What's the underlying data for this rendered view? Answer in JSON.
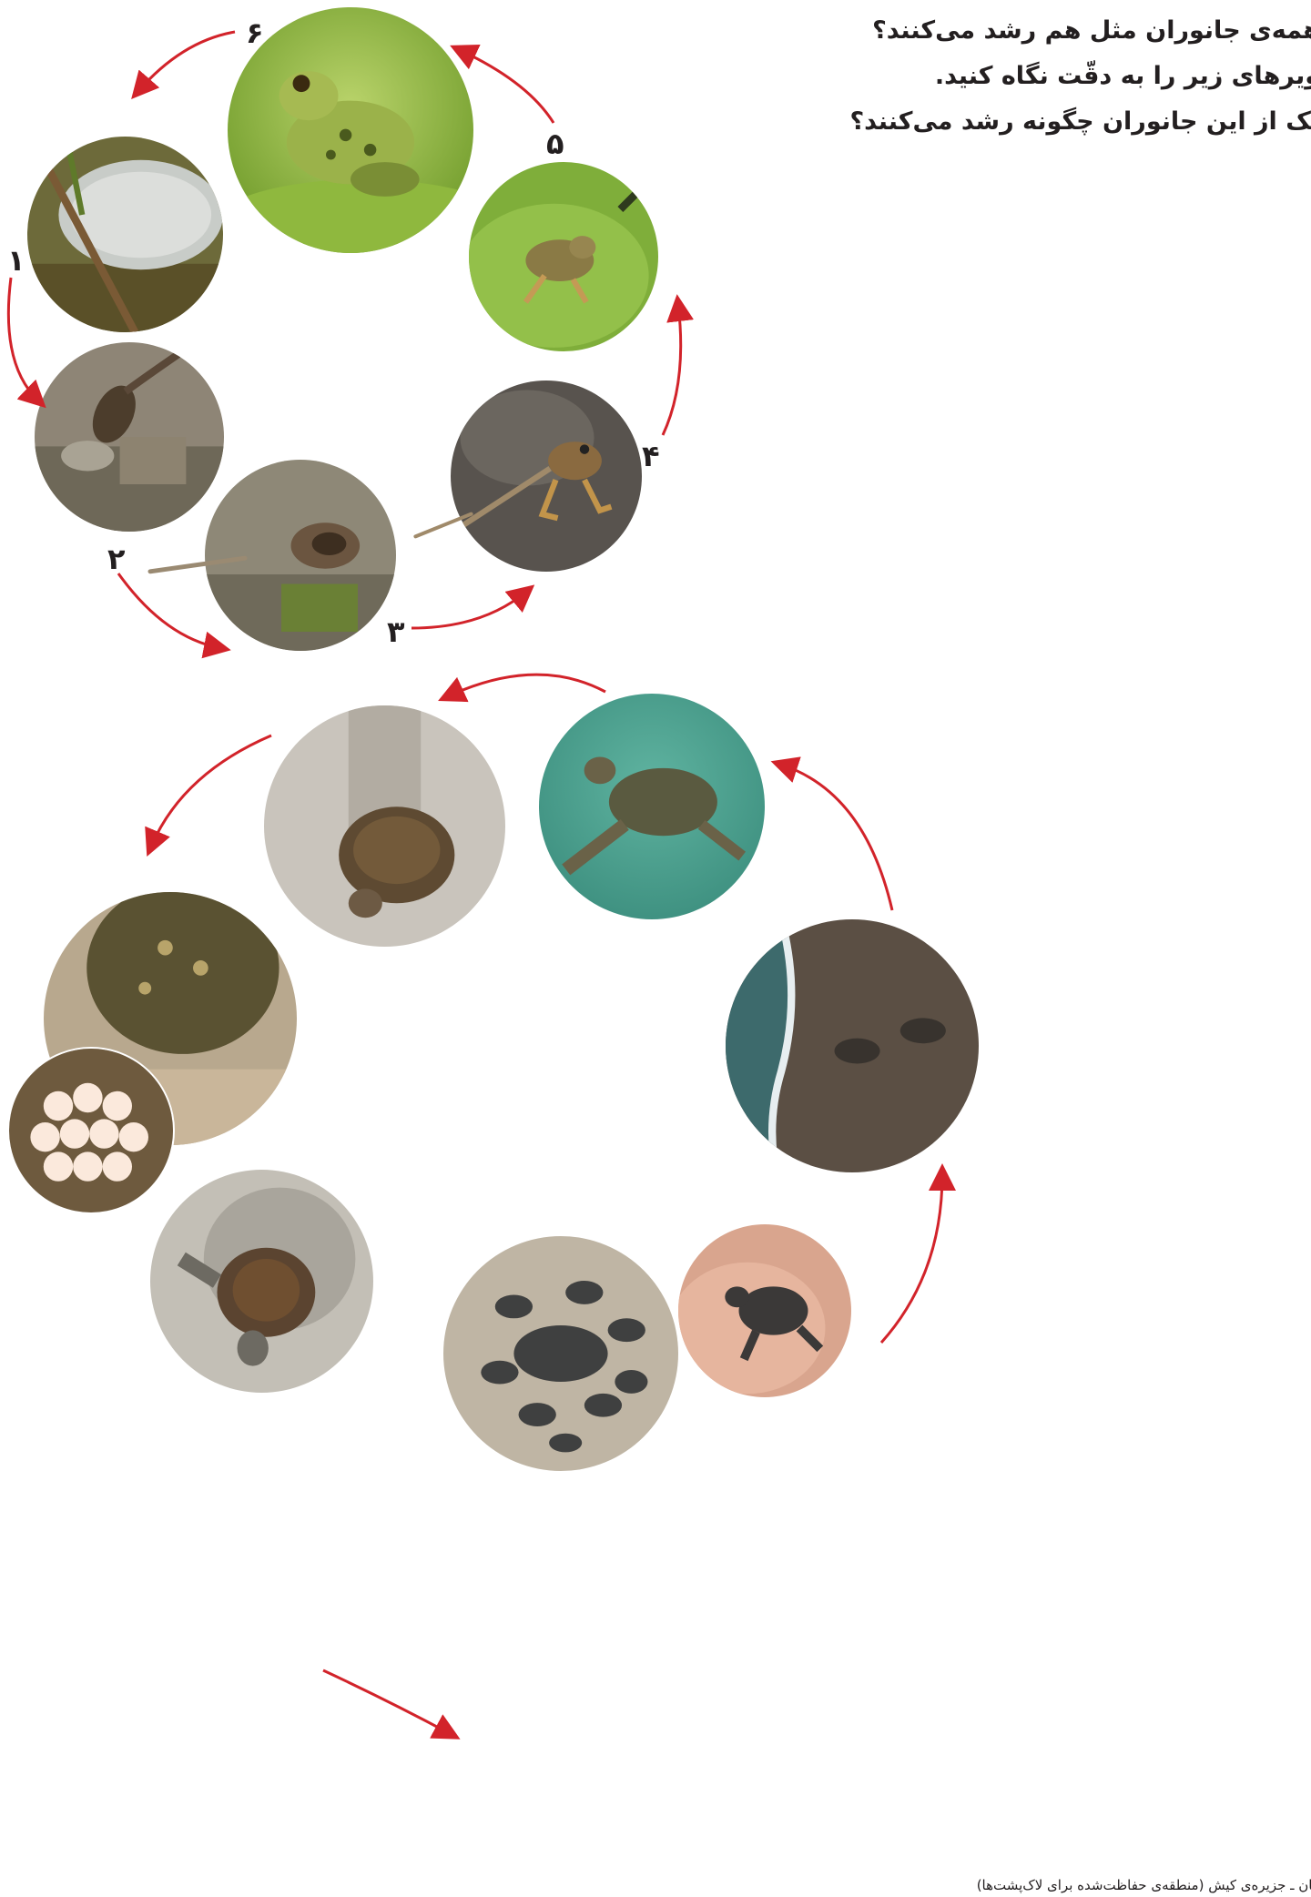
{
  "questions": {
    "line1": "همه‌ی جانوران مثل هم رشد می‌کنند؟",
    "line2": "ویرهای زیر را به دقّت نگاه کنید.",
    "line3": "یک از این جانوران چگونه رشد می‌کنند؟"
  },
  "frog_stages": {
    "n1": "۱",
    "n2": "۲",
    "n3": "۳",
    "n4": "۴",
    "n5": "۵",
    "n6": "۶"
  },
  "caption": "هونگان ـ جزیره‌ی کیش (منطقه‌ی حفاظت‌شده برای لاک‌پشت‌ها)",
  "colors": {
    "arrow": "#d2232a",
    "text": "#231f20"
  }
}
